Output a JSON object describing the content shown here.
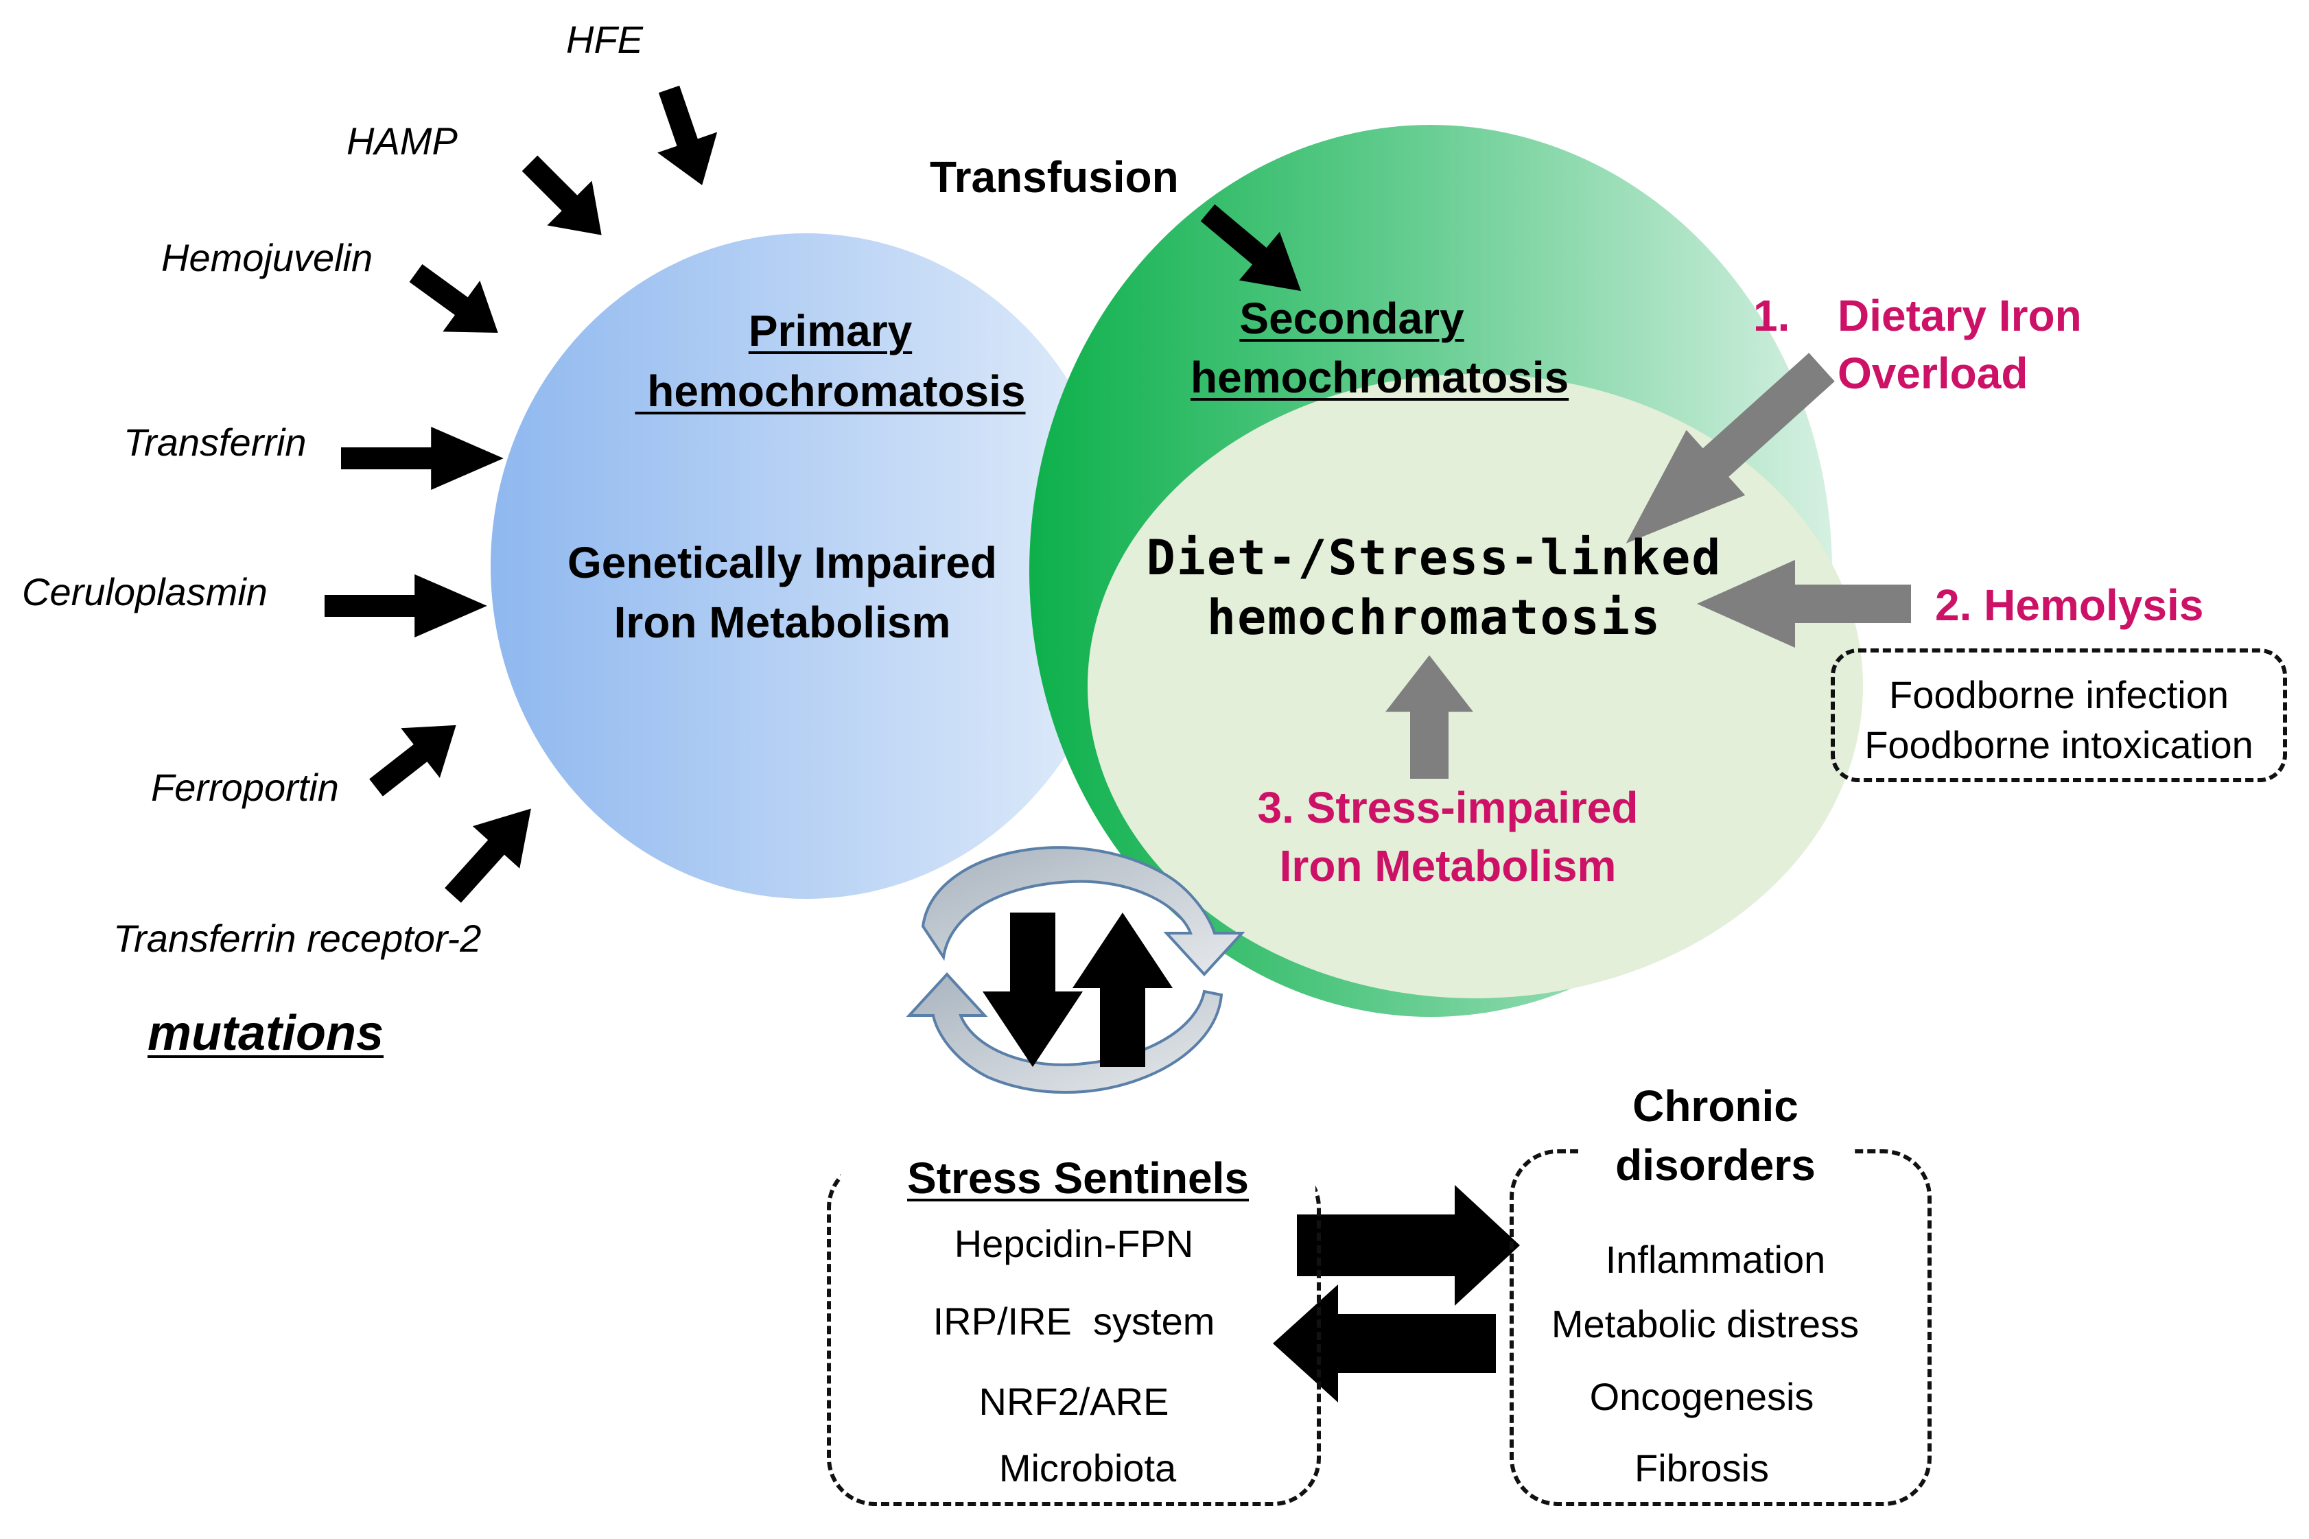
{
  "colors": {
    "primary_circle": "#9DC1F0",
    "secondary_circle_dark": "#0DB04B",
    "secondary_circle_light": "#C7EBDA",
    "inner_circle": "#E3EFD9",
    "arrow_black": "#000000",
    "arrow_gray": "#7F7F7F",
    "accent_magenta": "#CC1166"
  },
  "icons": [
    "arrow-right-icon",
    "arrow-up-icon",
    "arrow-down-icon",
    "cycle-arrows-icon"
  ],
  "genes": {
    "hfe": "HFE",
    "hamp": "HAMP",
    "hemojuvelin": "Hemojuvelin",
    "transferrin": "Transferrin",
    "ceruloplasmin": "Ceruloplasmin",
    "ferroportin": "Ferroportin",
    "transferrin_receptor_2": "Transferrin receptor-2"
  },
  "mutations_label": "mutations",
  "primary": {
    "title_line1": "Primary",
    "title_line2": " hemochromatosis",
    "body_line1": "Genetically Impaired",
    "body_line2": "Iron Metabolism"
  },
  "transfusion_label": "Transfusion",
  "secondary": {
    "title_line1": "Secondary",
    "title_line2": "hemochromatosis"
  },
  "diet_stress": {
    "line1": "Diet-/Stress-linked",
    "line2": "hemochromatosis"
  },
  "causes": {
    "dietary_num": "1.",
    "dietary_line1": "Dietary Iron",
    "dietary_line2": "Overload",
    "hemolysis": "2. Hemolysis",
    "hemolysis_box_line1": "Foodborne infection",
    "hemolysis_box_line2": "Foodborne intoxication",
    "stress_line1": "3. Stress-impaired",
    "stress_line2": "Iron Metabolism"
  },
  "sentinels": {
    "title": "Stress Sentinels",
    "items": [
      "Hepcidin-FPN",
      "IRP/IRE  system",
      "NRF2/ARE",
      "Microbiota"
    ]
  },
  "chronic": {
    "title_line1": "Chronic",
    "title_line2": "disorders",
    "items": [
      "Inflammation",
      "Metabolic distress",
      "Oncogenesis",
      "Fibrosis"
    ]
  }
}
